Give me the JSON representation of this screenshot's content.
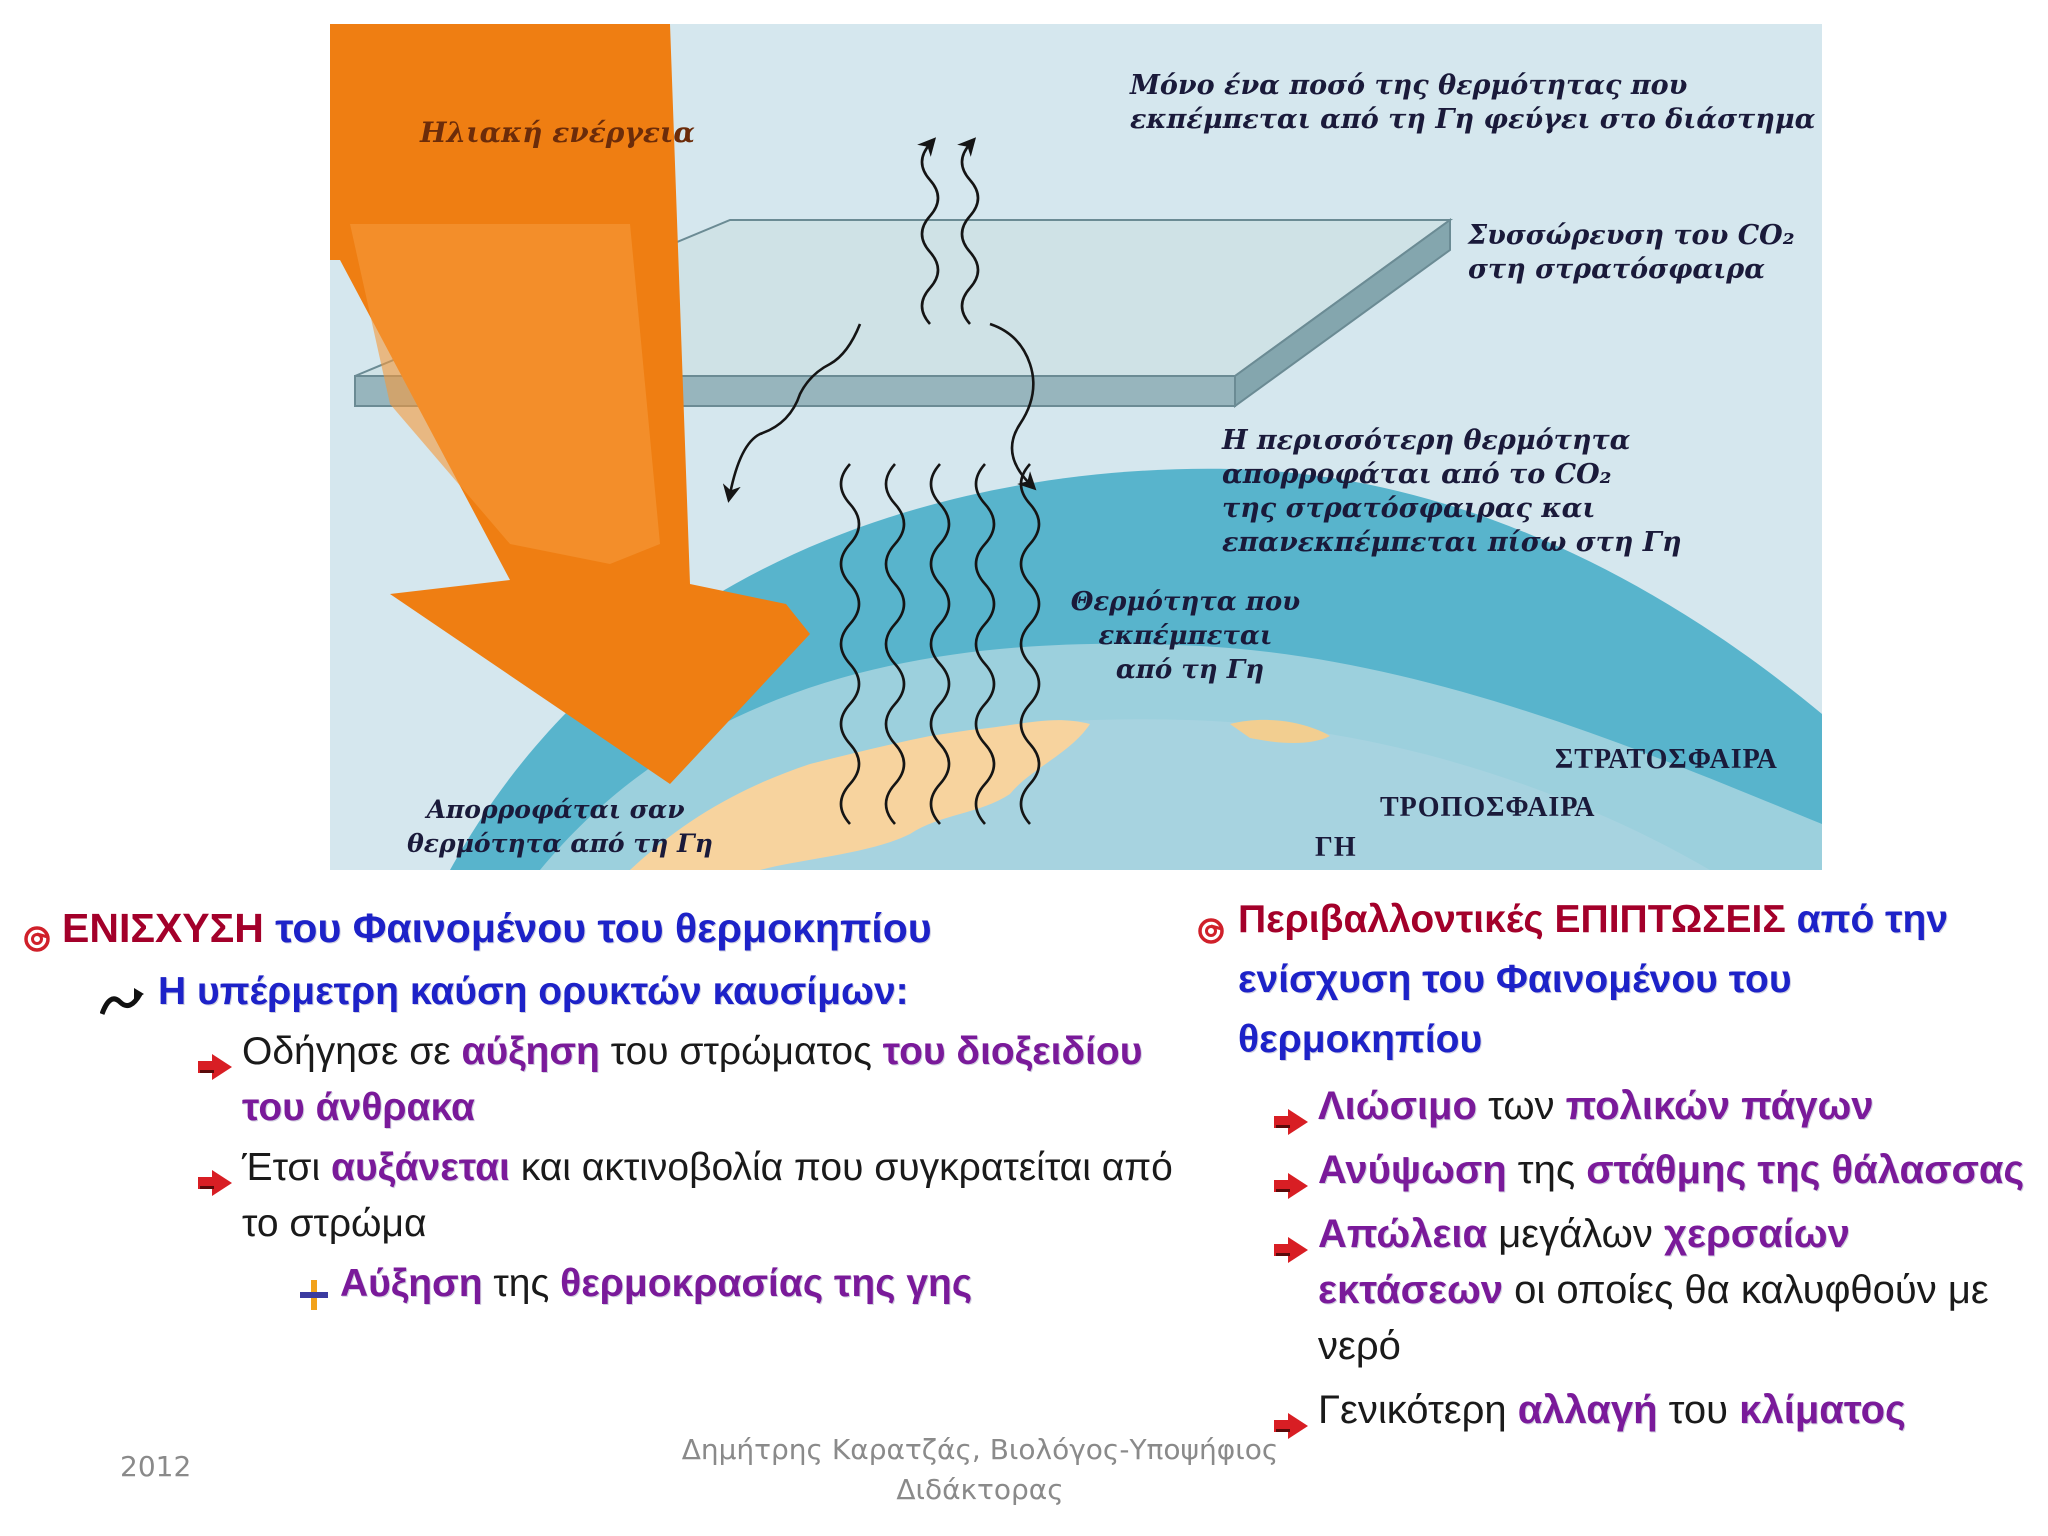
{
  "diagram": {
    "solar_energy": "Ηλιακή ενέργεια",
    "escapes_to_space": [
      "Μόνο ένα ποσό της θερμότητας που",
      "εκπέμπεται από τη Γη φεύγει στο διάστημα"
    ],
    "co2_accumulation": [
      "Συσσώρευση του CO₂",
      "στη στρατόσφαιρα"
    ],
    "re_emitted": [
      "Η περισσότερη θερμότητα",
      "απορροφάται από το CO₂",
      "της στρατόσφαιρας και",
      "επανεκπέμπεται πίσω στη Γη"
    ],
    "earth_emits": [
      "Θερμότητα που",
      "εκπέμπεται",
      "από τη Γη"
    ],
    "absorbed": [
      "Απορροφάται σαν",
      "θερμότητα από τη Γη"
    ],
    "stratosphere": "ΣΤΡΑΤΟΣΦΑΙΡΑ",
    "troposphere": "ΤΡΟΠΟΣΦΑΙΡΑ",
    "earth": "ΓΗ"
  },
  "left": {
    "heading": {
      "a": "ΕΝΙΣΧΥΣΗ",
      "b": "του Φαινομένου του θερμοκηπίου"
    },
    "sub": "Η υπέρμετρη καύση ορυκτών καυσίμων:",
    "b1": {
      "a": "Οδήγησε σε ",
      "b": "αύξηση",
      "c": " του στρώματος ",
      "d": "του διοξειδίου του άνθρακα"
    },
    "b2": {
      "a": "Έτσι ",
      "b": "αυξάνεται",
      "c": " και ακτινοβολία που συγκρατείται από το στρώμα"
    },
    "b3": {
      "a": "Αύξηση",
      "b": " της ",
      "c": "θερμοκρασίας της γης"
    }
  },
  "right": {
    "heading": {
      "a": "Περιβαλλοντικές ",
      "b": "ΕΠΙΠΤΩΣΕΙΣ",
      "c": " από την ενίσχυση του Φαινομένου του θερμοκηπίου"
    },
    "r1": {
      "a": "Λιώσιμο",
      "b": " των ",
      "c": "πολικών πάγων"
    },
    "r2": {
      "a": "Ανύψωση",
      "b": " της ",
      "c": "στάθμης της θάλασσας"
    },
    "r3": {
      "a": "Απώλεια",
      "b": " μεγάλων ",
      "c": "χερσαίων εκτάσεων",
      "d": " οι οποίες θα καλυφθούν με νερό"
    },
    "r4": {
      "a": "Γενικότερη ",
      "b": "αλλαγή",
      "c": " του ",
      "d": "κλίματος"
    }
  },
  "footer": {
    "year": "2012",
    "author_line1": "Δημήτρης Καρατζάς, Βιολόγος-Υποψήφιος",
    "author_line2": "Διδάκτορας"
  }
}
